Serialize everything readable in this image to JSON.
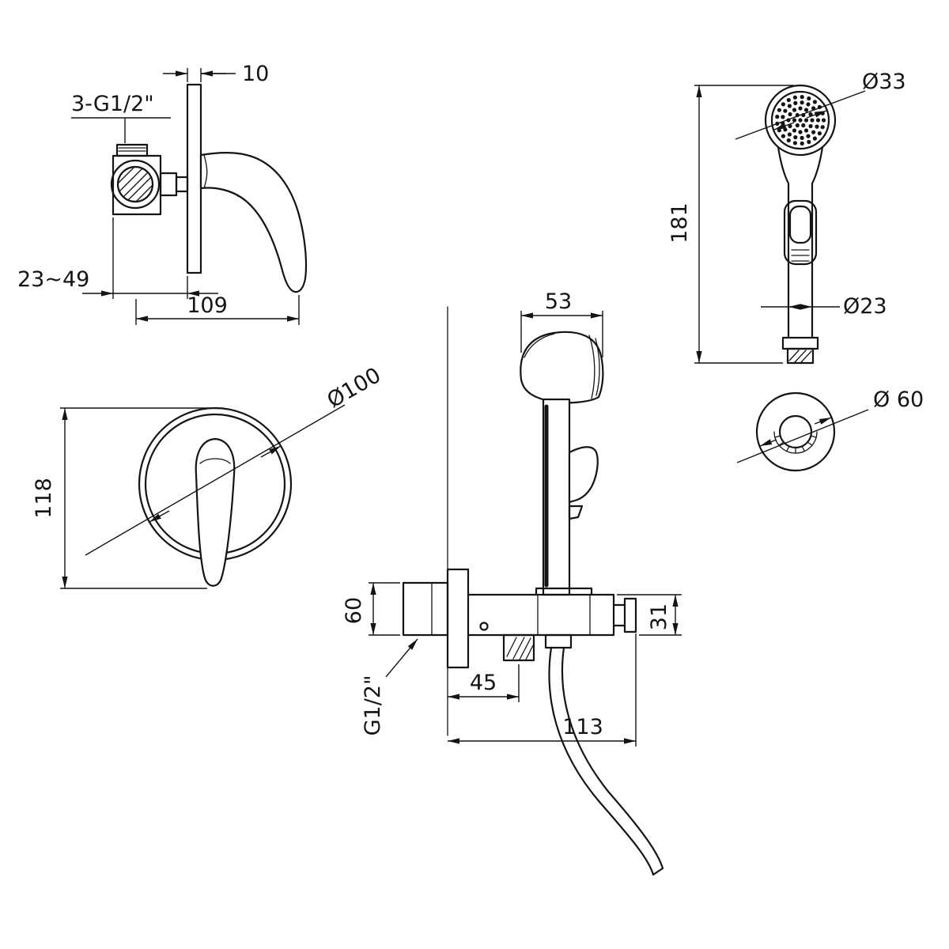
{
  "drawing": {
    "background": "#ffffff",
    "line_color": "#141414",
    "views": {
      "mixer_side": {
        "dims": {
          "plate_thickness": "10",
          "thread": "3-G1/2\"",
          "install_depth": "23~49",
          "length": "109"
        }
      },
      "mixer_front": {
        "dims": {
          "plate_diameter": "Ø100",
          "height": "118"
        }
      },
      "sprayer_front": {
        "dims": {
          "head_diameter": "Ø33",
          "length": "181",
          "handle_diameter": "Ø23"
        }
      },
      "bracket_top": {
        "dims": {
          "diameter": "Ø 60"
        }
      },
      "assembly_side": {
        "dims": {
          "head_width": "53",
          "bracket_height": "60",
          "outlet_thread": "G1/2\"",
          "outlet_offset": "45",
          "holder_reach": "113",
          "outlet_drop": "31"
        }
      }
    }
  }
}
